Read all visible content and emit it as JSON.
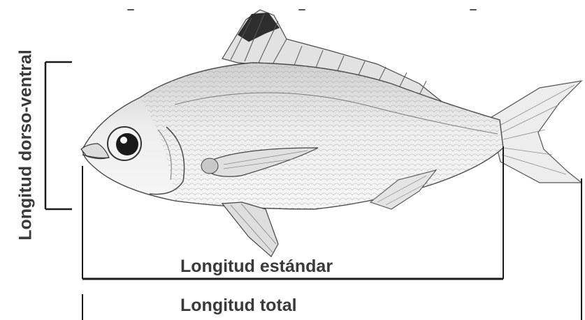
{
  "labels": {
    "dorso_ventral": "Longitud dorso-ventral",
    "standard": "Longitud estándar",
    "total": "Longitud total"
  },
  "colors": {
    "text": "#3a3a3a",
    "lines": "#1a1a1a",
    "sketch": "#555555"
  }
}
